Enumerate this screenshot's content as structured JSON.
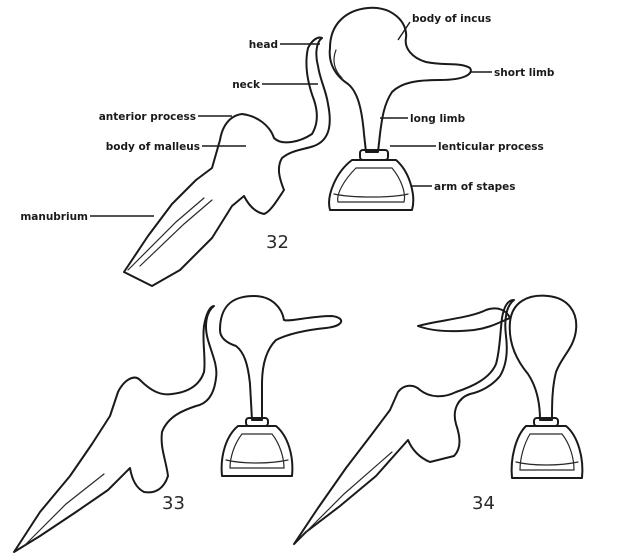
{
  "labels": {
    "head": "head",
    "neck": "neck",
    "anterior_process": "anterior process",
    "body_of_malleus": "body of malleus",
    "manubrium": "manubrium",
    "body_of_incus": "body of incus",
    "short_limb": "short limb",
    "long_limb": "long limb",
    "lenticular_process": "lenticular process",
    "arm_of_stapes": "arm of stapes"
  },
  "figures": {
    "fig32": "32",
    "fig33": "33",
    "fig34": "34"
  }
}
